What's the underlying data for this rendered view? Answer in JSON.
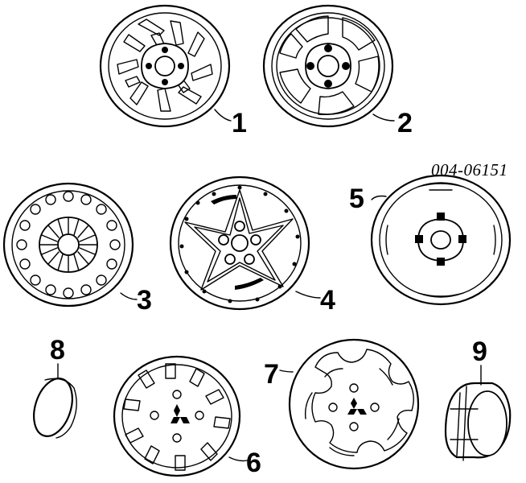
{
  "diagram": {
    "catalog_code": "004-06151",
    "callouts": [
      {
        "id": 1,
        "label": "1"
      },
      {
        "id": 2,
        "label": "2"
      },
      {
        "id": 3,
        "label": "3"
      },
      {
        "id": 4,
        "label": "4"
      },
      {
        "id": 5,
        "label": "5"
      },
      {
        "id": 6,
        "label": "6"
      },
      {
        "id": 7,
        "label": "7"
      },
      {
        "id": 8,
        "label": "8"
      },
      {
        "id": 9,
        "label": "9"
      }
    ]
  }
}
